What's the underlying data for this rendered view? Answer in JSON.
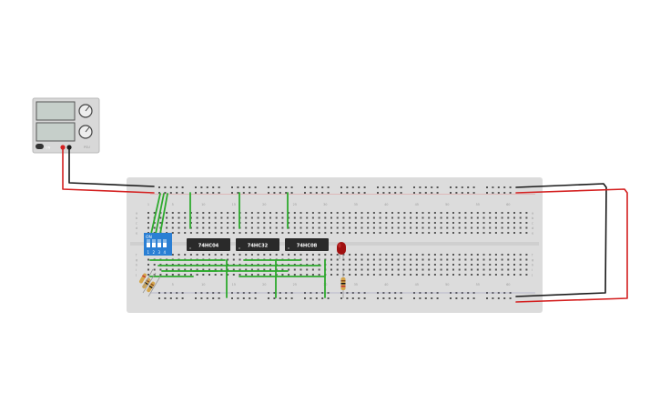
{
  "psu": {
    "power_label": "ON",
    "brand_label": "PSU"
  },
  "dip_switch": {
    "on_label": "ON",
    "positions": [
      "1",
      "2",
      "3",
      "4"
    ]
  },
  "chips": [
    {
      "label": "74HC04"
    },
    {
      "label": "74HC32"
    },
    {
      "label": "74HC08"
    }
  ],
  "breadboard": {
    "row_letters_top": [
      "a",
      "b",
      "c",
      "d",
      "e"
    ],
    "row_letters_bottom": [
      "f",
      "g",
      "h",
      "i",
      "j"
    ],
    "column_numbers": [
      "1",
      "5",
      "10",
      "15",
      "20",
      "25",
      "30",
      "35",
      "40",
      "45",
      "50",
      "55",
      "60"
    ]
  },
  "colors": {
    "wire_green": "#2eaa2e",
    "wire_red": "#d42020",
    "wire_black": "#1a1a1a",
    "led": "#a01010",
    "chip": "#2a2a2a",
    "dip": "#2a7fd4",
    "breadboard": "#dcdcdc"
  }
}
